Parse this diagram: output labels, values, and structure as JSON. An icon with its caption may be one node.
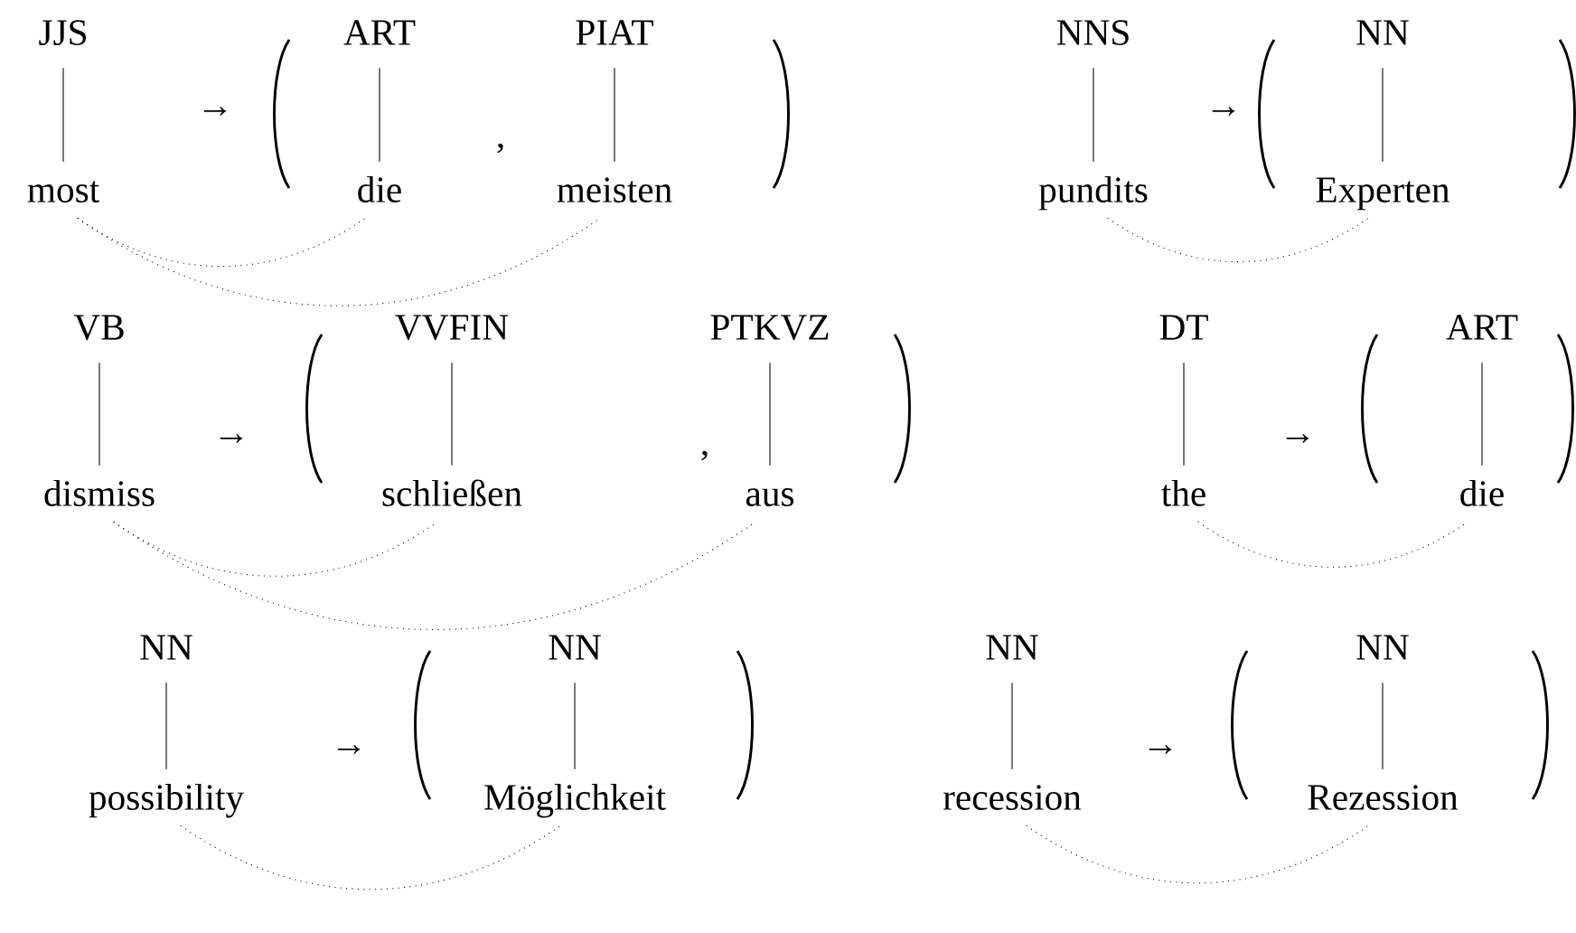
{
  "diagram": {
    "nodes": [
      {
        "text": [
          "JJS"
        ]
      },
      {
        "text": [
          "most"
        ]
      },
      {
        "text": [
          "ART"
        ]
      },
      {
        "text": [
          "die"
        ]
      },
      {
        "text": [
          "PIAT"
        ]
      },
      {
        "text": [
          "meisten"
        ]
      },
      {
        "text": [
          "NNS"
        ]
      },
      {
        "text": [
          "pundits"
        ]
      },
      {
        "text": [
          "NN"
        ]
      },
      {
        "text": [
          "Experten"
        ]
      },
      {
        "text": [
          "VB"
        ]
      },
      {
        "text": [
          "dismiss"
        ]
      },
      {
        "text": [
          "VVFIN"
        ]
      },
      {
        "text": [
          "schließen"
        ]
      },
      {
        "text": [
          "PTKVZ"
        ]
      },
      {
        "text": [
          "aus"
        ]
      },
      {
        "text": [
          "DT"
        ]
      },
      {
        "text": [
          "the"
        ]
      },
      {
        "text": [
          "ART"
        ]
      },
      {
        "text": [
          "die"
        ]
      },
      {
        "text": [
          "NN"
        ]
      },
      {
        "text": [
          "possibility"
        ]
      },
      {
        "text": [
          "NN"
        ]
      },
      {
        "text": [
          "Möglichkeit"
        ]
      },
      {
        "text": [
          "NN"
        ]
      },
      {
        "text": [
          "recession"
        ]
      },
      {
        "text": [
          "NN"
        ]
      },
      {
        "text": [
          "Rezession"
        ]
      }
    ],
    "edges": [
      {
        "from": 0,
        "to": 1,
        "arrow": "none"
      },
      {
        "from": 2,
        "to": 3,
        "arrow": "none"
      },
      {
        "from": 4,
        "to": 5,
        "arrow": "none"
      },
      {
        "from": 6,
        "to": 7,
        "arrow": "none"
      },
      {
        "from": 8,
        "to": 9,
        "arrow": "none"
      },
      {
        "from": 10,
        "to": 11,
        "arrow": "none"
      },
      {
        "from": 12,
        "to": 13,
        "arrow": "none"
      },
      {
        "from": 14,
        "to": 15,
        "arrow": "none"
      },
      {
        "from": 16,
        "to": 17,
        "arrow": "none"
      },
      {
        "from": 18,
        "to": 19,
        "arrow": "none"
      },
      {
        "from": 20,
        "to": 21,
        "arrow": "none"
      },
      {
        "from": 22,
        "to": 23,
        "arrow": "none"
      },
      {
        "from": 24,
        "to": 25,
        "arrow": "none"
      },
      {
        "from": 26,
        "to": 27,
        "arrow": "none"
      },
      {
        "from": 1,
        "to": 3,
        "arrow": "none",
        "style": "dashed"
      },
      {
        "from": 1,
        "to": 5,
        "arrow": "none",
        "style": "dashed"
      },
      {
        "from": 7,
        "to": 9,
        "arrow": "none",
        "style": "dashed"
      },
      {
        "from": 11,
        "to": 13,
        "arrow": "none",
        "style": "dashed"
      },
      {
        "from": 11,
        "to": 15,
        "arrow": "none",
        "style": "dashed"
      },
      {
        "from": 17,
        "to": 19,
        "arrow": "none",
        "style": "dashed"
      },
      {
        "from": 21,
        "to": 23,
        "arrow": "none",
        "style": "dashed"
      },
      {
        "from": 25,
        "to": 27,
        "arrow": "none",
        "style": "dashed"
      }
    ],
    "labels": [
      "→",
      ",",
      "→",
      "→",
      ",",
      "→",
      "→",
      "→"
    ]
  }
}
